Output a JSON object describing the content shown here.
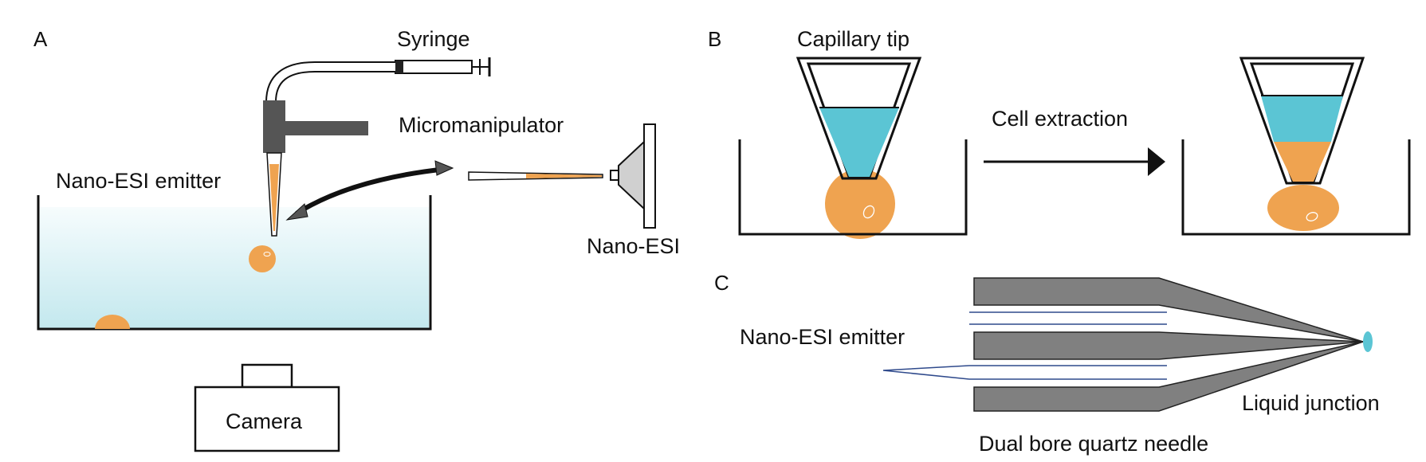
{
  "panels": {
    "a": "A",
    "b": "B",
    "c": "C"
  },
  "panel_a": {
    "syringe": "Syringe",
    "micromanipulator": "Micromanipulator",
    "nano_esi_emitter": "Nano-ESI emitter",
    "nano_esi": "Nano-ESI",
    "camera": "Camera"
  },
  "panel_b": {
    "capillary_tip": "Capillary tip",
    "cell_extraction": "Cell extraction"
  },
  "panel_c": {
    "nano_esi_emitter": "Nano-ESI emitter",
    "liquid_junction": "Liquid junction",
    "dual_bore_needle": "Dual bore quartz needle"
  },
  "colors": {
    "cell_orange": "#EFA350",
    "liquid_cyan": "#5BC5D4",
    "needle_gray": "#808080",
    "holder_gray": "#555555",
    "medium_top": "#F4FBFD",
    "medium_bottom": "#C6E9EF",
    "blue_line": "#2F4A8C"
  }
}
